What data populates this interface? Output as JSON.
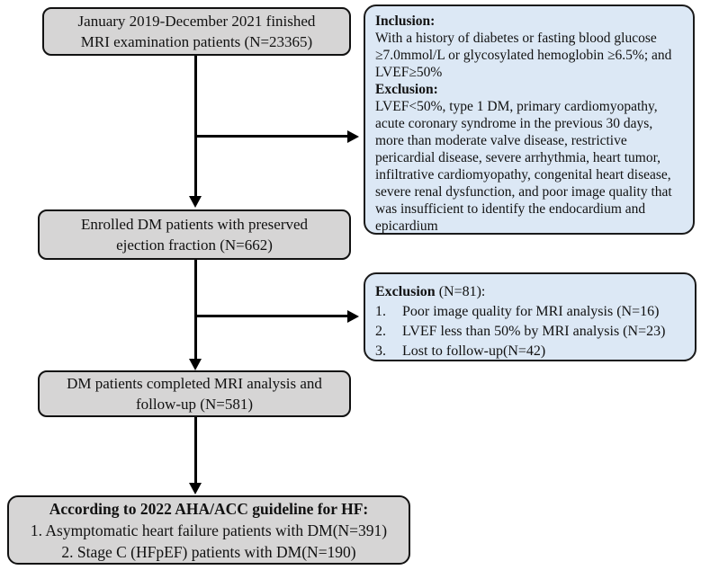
{
  "colors": {
    "gray_box_fill": "#d6d5d5",
    "blue_box_fill": "#dce8f5",
    "box_border": "#111111",
    "arrow": "#000000",
    "background": "#ffffff"
  },
  "flow": {
    "box1": {
      "line1": "January 2019-December 2021 finished",
      "line2": "MRI examination patients (N=23365)"
    },
    "box2": {
      "line1": "Enrolled DM patients with preserved",
      "line2": "ejection fraction (N=662)"
    },
    "box3": {
      "line1": "DM patients completed MRI analysis and",
      "line2": "follow-up (N=581)"
    },
    "box4": {
      "heading": "According to 2022 AHA/ACC guideline for HF:",
      "item1": "1. Asymptomatic heart failure patients with DM(N=391)",
      "item2": "2. Stage C (HFpEF) patients with DM(N=190)"
    }
  },
  "side1": {
    "inclusion_heading": "Inclusion:",
    "inclusion_text": "With a history of diabetes or fasting blood glucose ≥7.0mmol/L or glycosylated hemoglobin ≥6.5%; and LVEF≥50%",
    "exclusion_heading": "Exclusion:",
    "exclusion_text": "LVEF<50%, type 1 DM, primary cardiomyopathy, acute coronary syndrome in the previous 30 days, more than moderate valve disease, restrictive pericardial disease, severe arrhythmia, heart tumor, infiltrative cardiomyopathy, congenital heart disease, severe renal dysfunction, and poor image quality that was insufficient to identify the endocardium and epicardium"
  },
  "side2": {
    "heading_bold": "Exclusion",
    "heading_rest": " (N=81):",
    "items": [
      {
        "num": "1.",
        "text": "Poor image quality for MRI analysis (N=16)"
      },
      {
        "num": "2.",
        "text": "LVEF less than 50% by MRI analysis (N=23)"
      },
      {
        "num": "3.",
        "text": "Lost to follow-up(N=42)"
      }
    ]
  }
}
